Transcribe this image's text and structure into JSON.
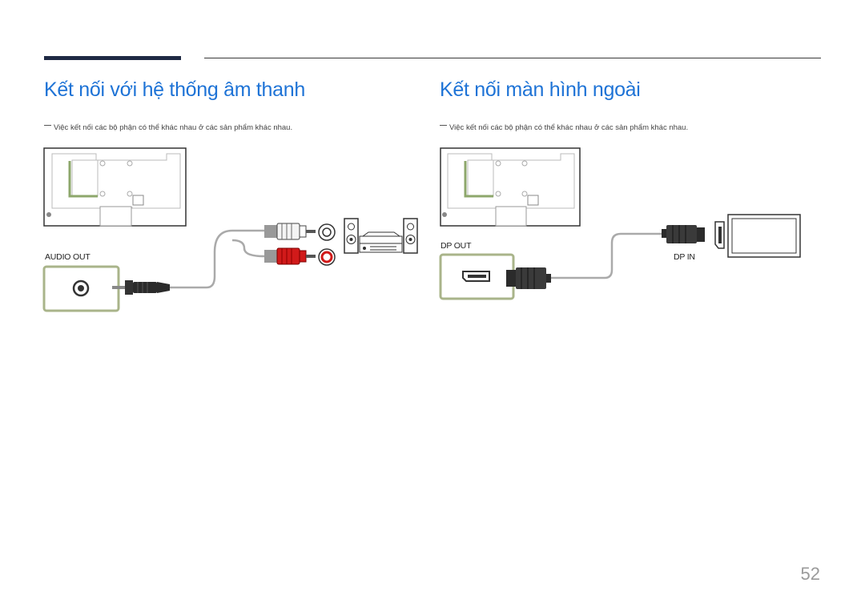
{
  "sections": [
    {
      "title": "Kết nối với hệ thống âm thanh",
      "note": "Việc kết nối các bộ phận có thể khác nhau ở các sản phẩm khác nhau.",
      "port_label": "AUDIO OUT"
    },
    {
      "title": "Kết nối màn hình ngoài",
      "note": "Việc kết nối các bộ phận có thể khác nhau ở các sản phẩm khác nhau.",
      "port_label": "DP OUT",
      "target_label": "DP IN"
    }
  ],
  "page_number": "52",
  "colors": {
    "heading": "#1e73d6",
    "rule": "#1f2a44",
    "callout_border": "#a9b48a",
    "red_connector": "#d11a1a"
  }
}
